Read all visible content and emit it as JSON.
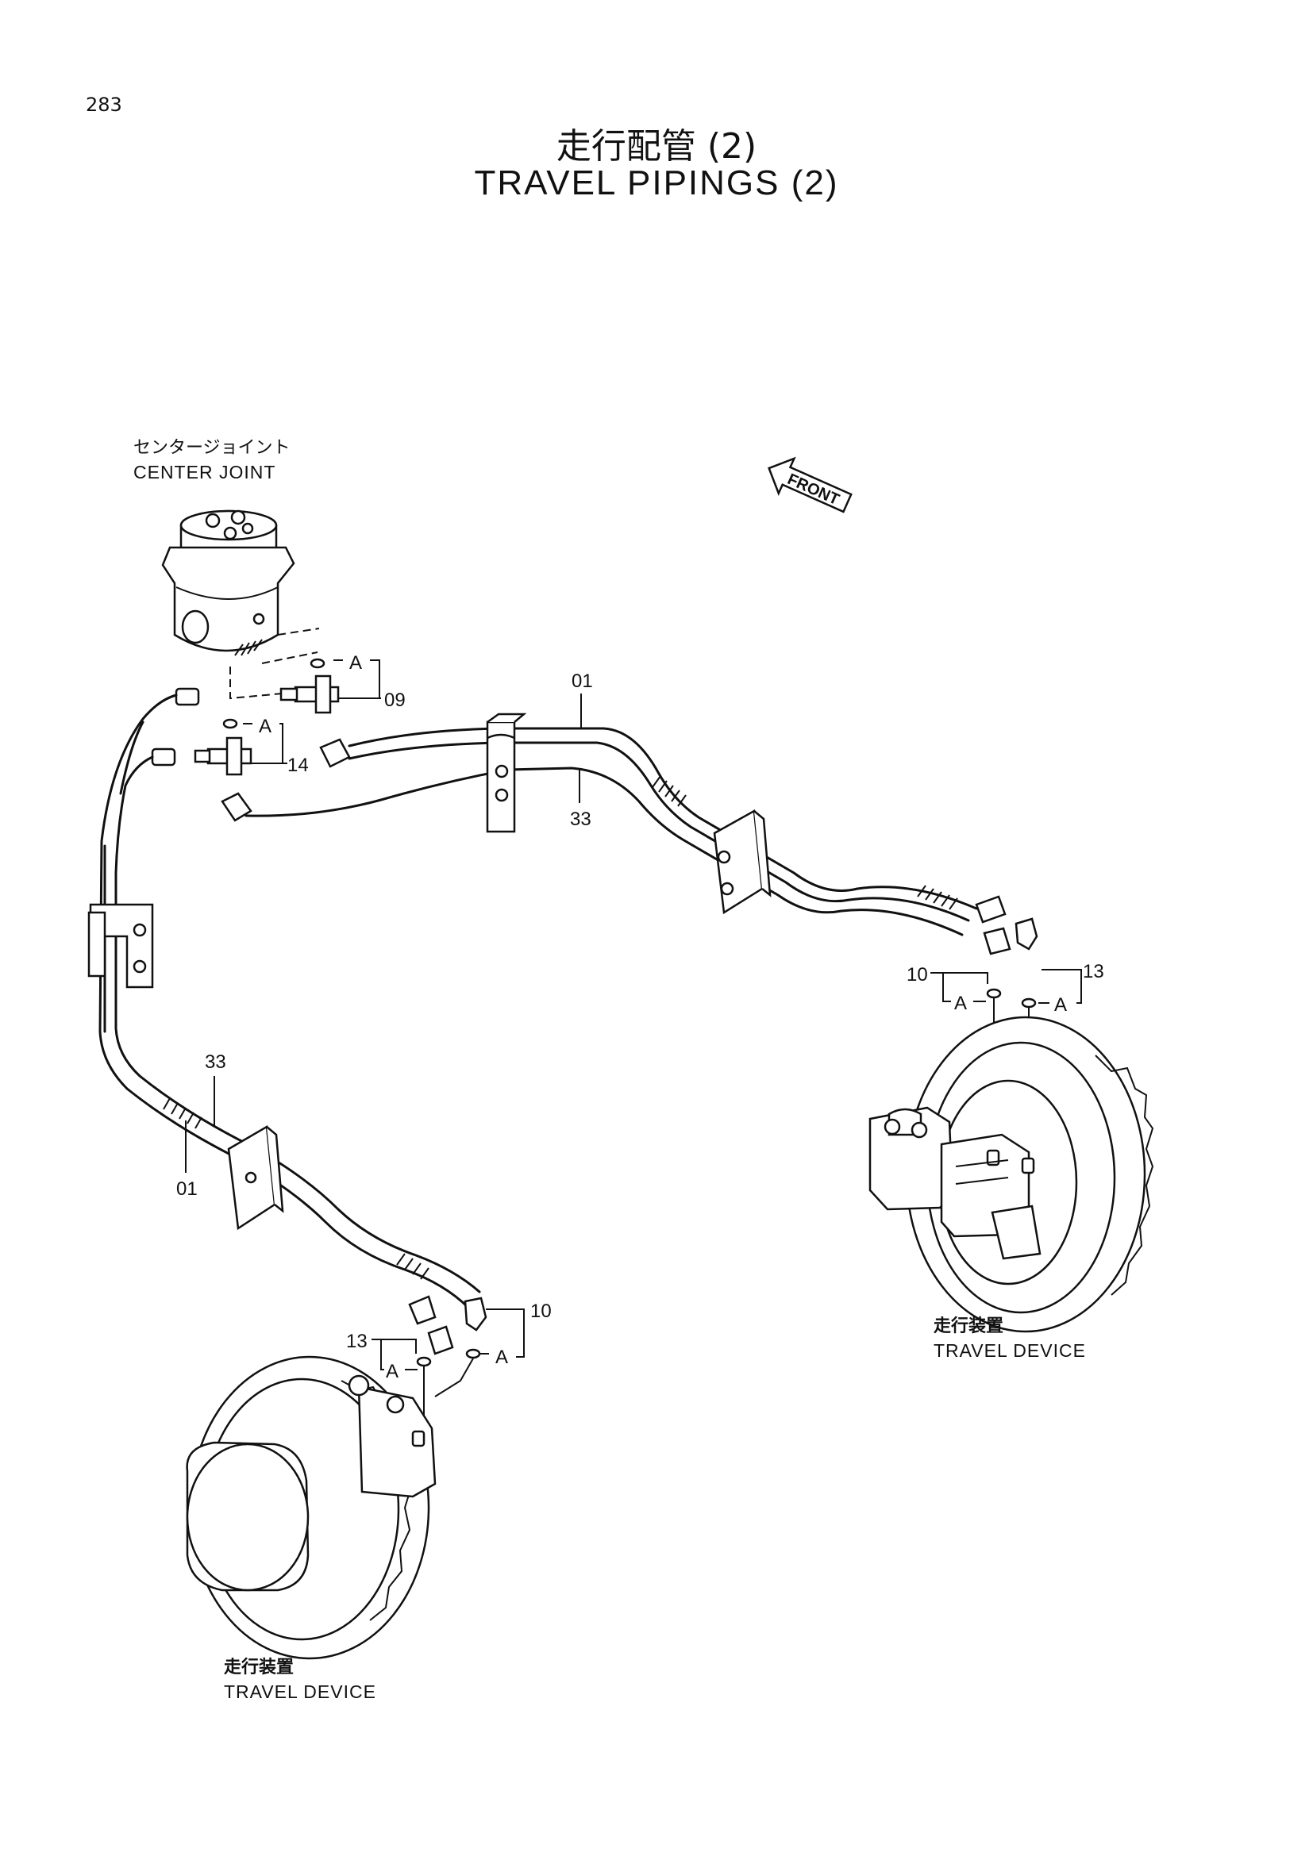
{
  "page_number": "283",
  "title": {
    "jp": "走行配管 (2)",
    "en": "TRAVEL PIPINGS (2)"
  },
  "center_joint": {
    "jp": "センタージョイント",
    "en": "CENTER JOINT"
  },
  "front_arrow": "FRONT",
  "travel_device_right": {
    "jp": "走行装置",
    "en": "TRAVEL DEVICE"
  },
  "travel_device_left": {
    "jp": "走行装置",
    "en": "TRAVEL DEVICE"
  },
  "callouts": {
    "c01_top": "01",
    "c33_top": "33",
    "c09": "09",
    "c14": "14",
    "c10_right": "10",
    "c13_right": "13",
    "c33_left": "33",
    "c01_left": "01",
    "c10_left": "10",
    "c13_left": "13",
    "a1": "A",
    "a2": "A",
    "a3": "A",
    "a4": "A",
    "a5": "A",
    "a6": "A"
  }
}
